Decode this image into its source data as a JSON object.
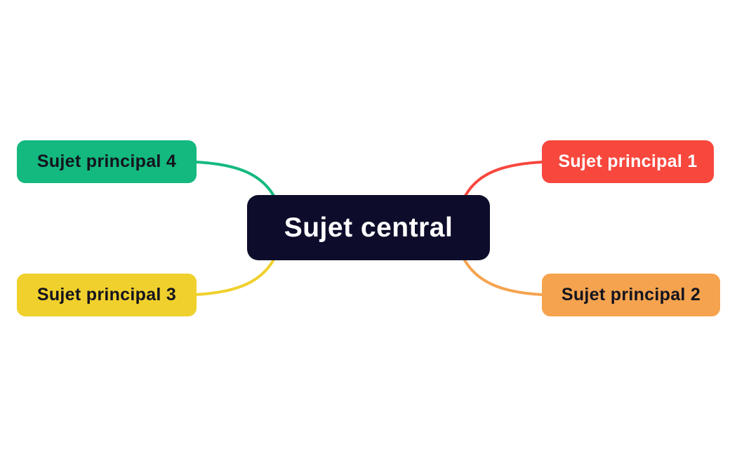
{
  "canvas": {
    "background": "#ffffff"
  },
  "central": {
    "label": "Sujet central",
    "color": "#0d0d2b",
    "text_color": "#ffffff"
  },
  "branches": [
    {
      "label": "Sujet principal 1",
      "color": "#f8473d",
      "text_color": "#ffffff",
      "position": "top-right"
    },
    {
      "label": "Sujet principal 2",
      "color": "#f5a34f",
      "text_color": "#14141e",
      "position": "bottom-right"
    },
    {
      "label": "Sujet principal 3",
      "color": "#f0d02c",
      "text_color": "#14141e",
      "position": "bottom-left"
    },
    {
      "label": "Sujet principal 4",
      "color": "#13b97e",
      "text_color": "#14141e",
      "position": "top-left"
    }
  ]
}
